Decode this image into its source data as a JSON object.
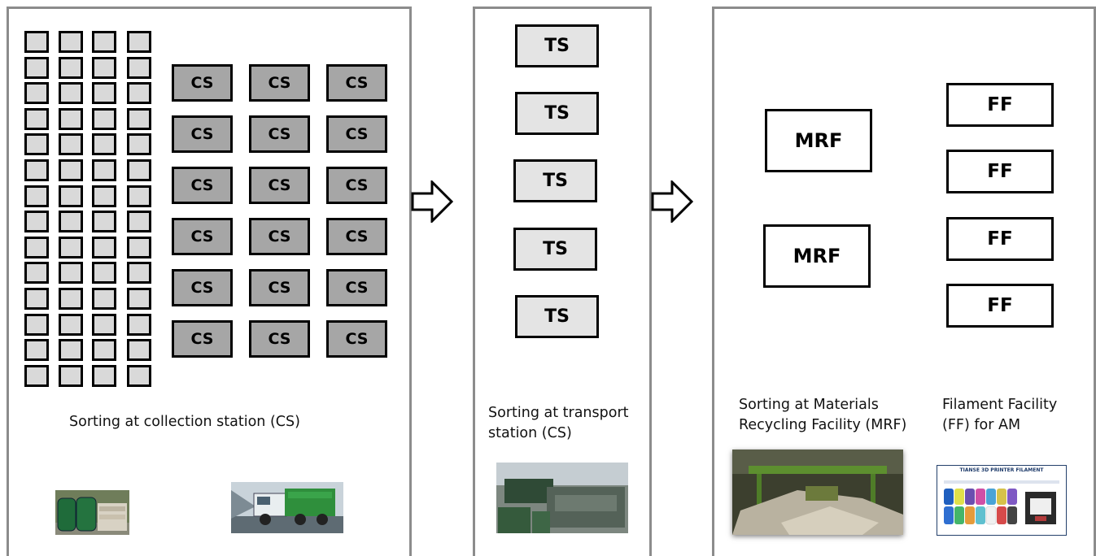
{
  "panels": {
    "collection": {
      "box_label": "CS",
      "caption": "Sorting at collection station (CS)",
      "bin_photo": "recycling-bins-photo",
      "truck_photo": "garbage-truck-photo"
    },
    "transport": {
      "box_label": "TS",
      "caption_line1": "Sorting at transport",
      "caption_line2": "station (CS)",
      "photo": "transport-station-photo"
    },
    "facilities": {
      "mrf_label": "MRF",
      "ff_label": "FF",
      "mrf_caption_line1": "Sorting at Materials",
      "mrf_caption_line2": "Recycling Facility (MRF)",
      "ff_caption_line1": "Filament Facility",
      "ff_caption_line2": "(FF) for AM",
      "mrf_photo": "mrf-interior-photo",
      "ff_photo": "printer-filament-photo",
      "ff_photo_text": "TIANSE 3D PRINTER FILAMENT"
    }
  },
  "colors": {
    "panel_border": "#8c8c8c",
    "small_square_fill": "#d9d9d9",
    "cs_fill": "#a6a6a6",
    "ts_fill": "#e4e4e4",
    "facility_fill": "#ffffff"
  },
  "arrow_icon": "right-hollow-arrow-icon"
}
